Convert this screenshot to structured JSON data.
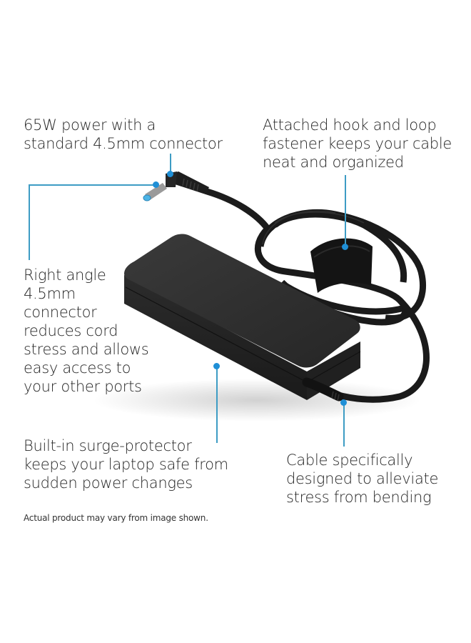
{
  "product": {
    "name": "hp-65w-ac-adapter-image",
    "callout_color": "#3d9cc4",
    "dot_color": "#1f8fd6"
  },
  "callouts": {
    "power": "65W power with a\nstandard 4.5mm connector",
    "fastener": "Attached hook and loop\nfastener keeps your cable\nneat and organized",
    "right_angle": "Right angle\n4.5mm\nconnector\nreduces cord\nstress and allows\neasy access to\nyour other ports",
    "surge": "Built-in surge-protector\nkeeps your laptop safe from\nsudden power changes",
    "cable": "Cable specifically\ndesigned to alleviate\nstress from bending"
  },
  "disclaimer": "Actual product may vary from image shown."
}
